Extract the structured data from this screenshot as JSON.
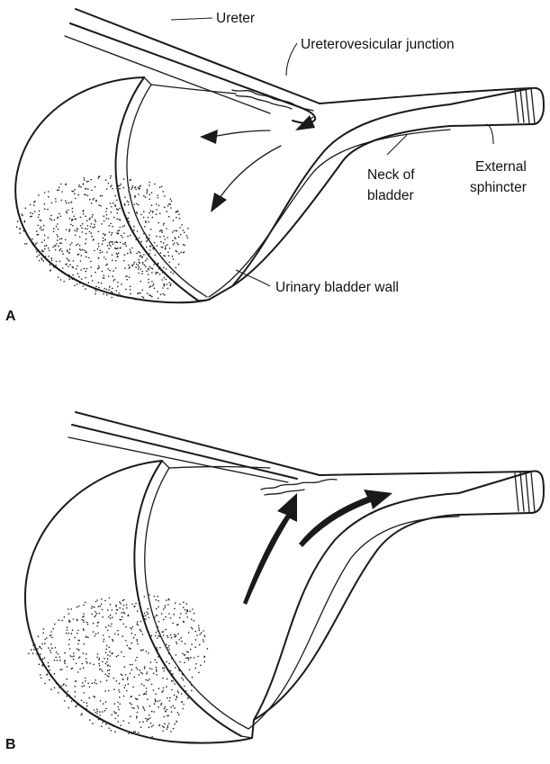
{
  "labels": {
    "ureter": "Ureter",
    "ureterovesicular_junction": "Ureterovesicular junction",
    "neck_line1": "Neck of",
    "neck_line2": "bladder",
    "sphincter_line1": "External",
    "sphincter_line2": "sphincter",
    "bladder_wall": "Urinary bladder wall"
  },
  "panels": {
    "a": "A",
    "b": "B"
  },
  "colors": {
    "ink": "#1a1a1a",
    "background": "#ffffff"
  }
}
